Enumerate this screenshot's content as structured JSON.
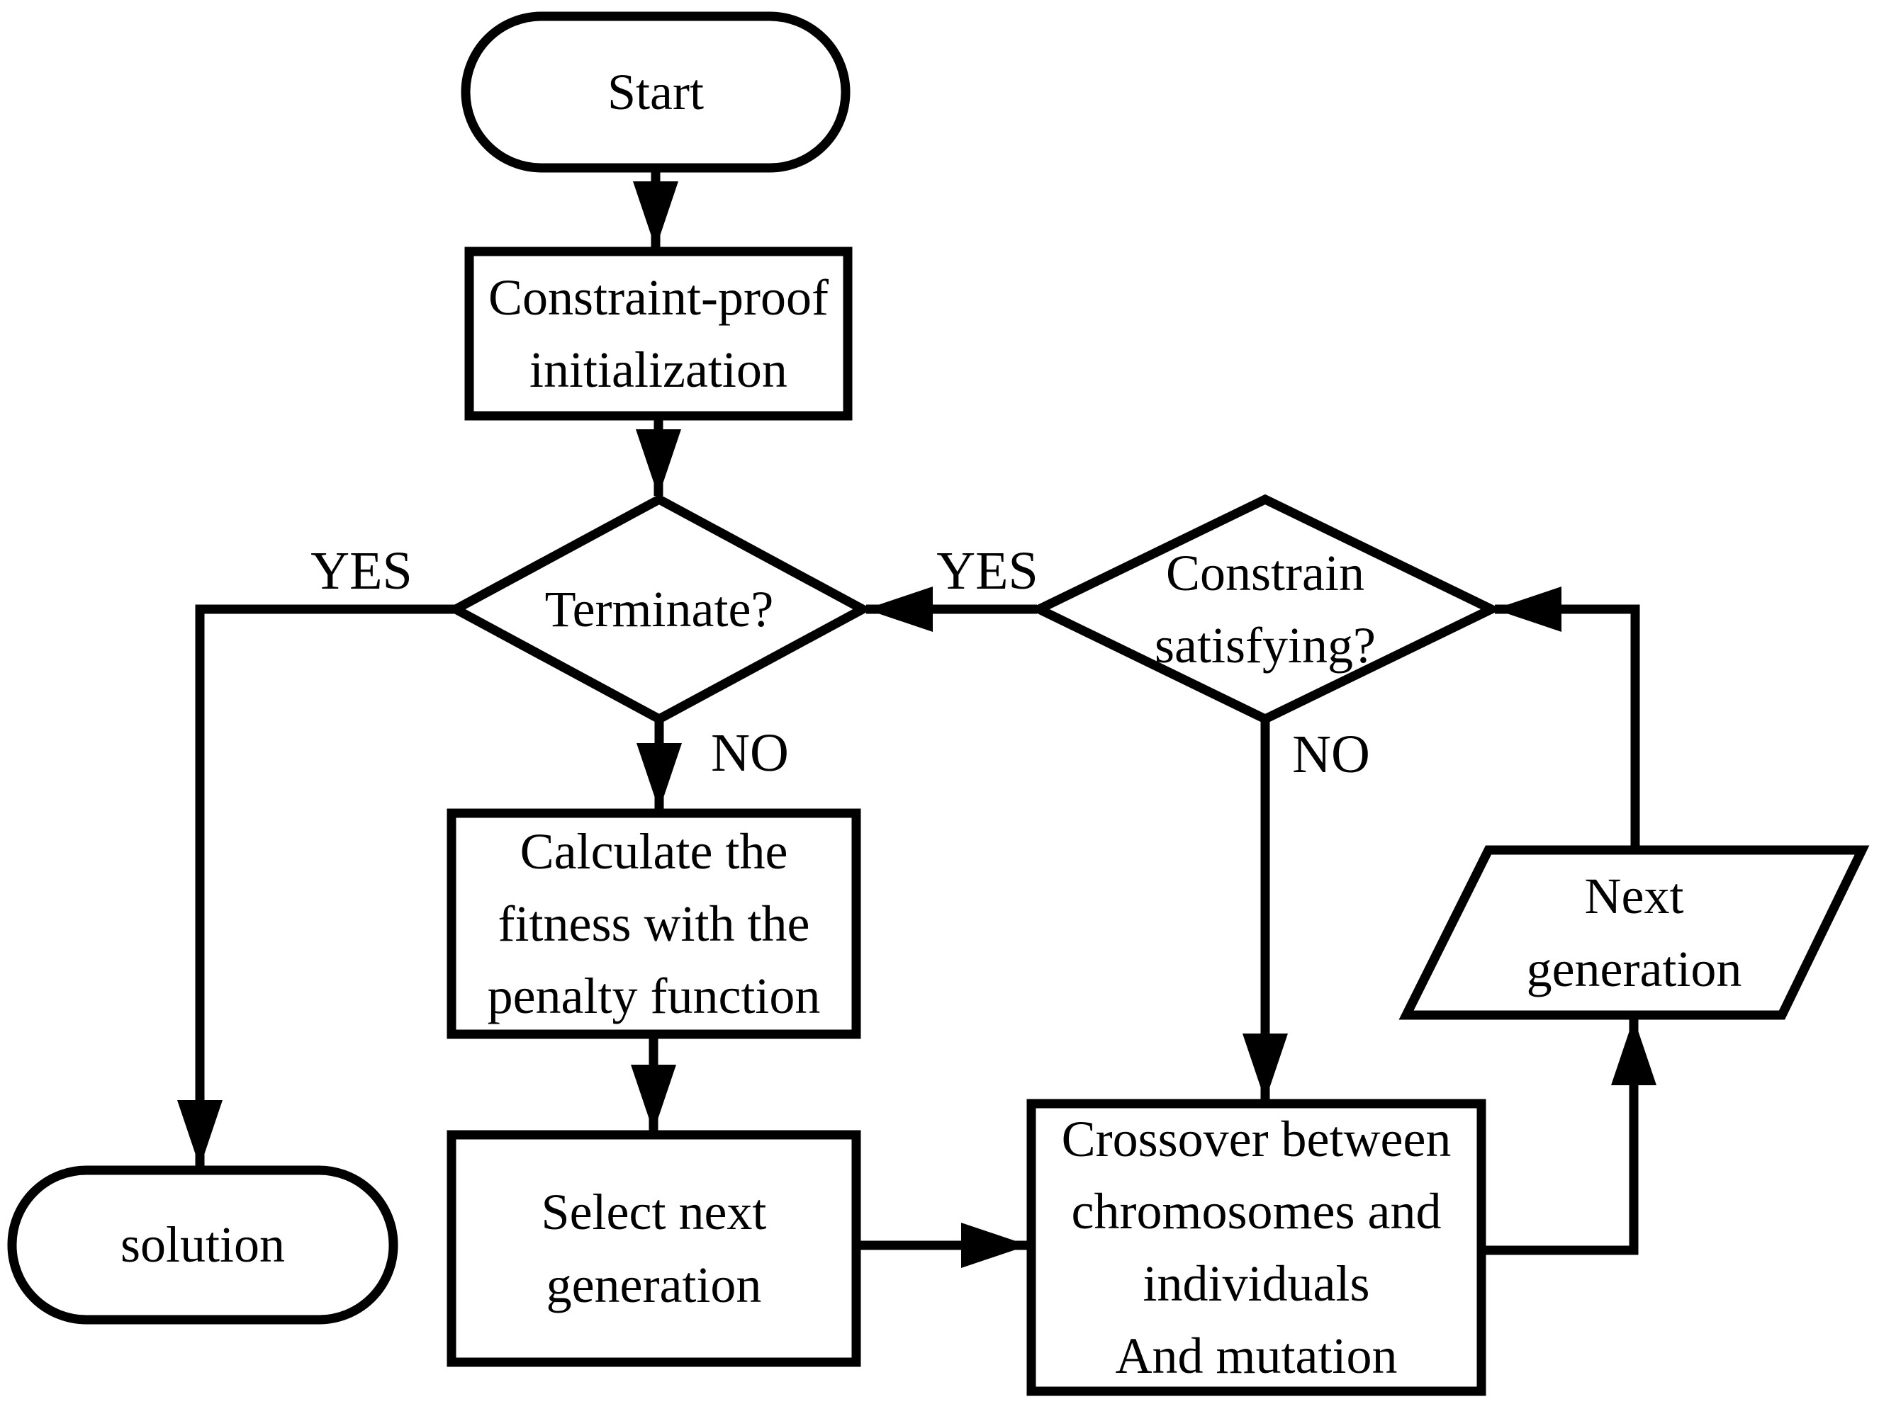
{
  "figure": {
    "background_color": "#ffffff",
    "line_color": "#000000"
  },
  "nodes": {
    "start": {
      "label": "Start"
    },
    "init": {
      "label": "Constraint-proof\ninitialization"
    },
    "terminate": {
      "label": "Terminate?"
    },
    "calculate": {
      "label": "Calculate the\nfitness with the\npenalty function"
    },
    "select": {
      "label": "Select next\ngeneration"
    },
    "solution": {
      "label": "solution"
    },
    "crossover": {
      "label": "Crossover between\nchromosomes and\nindividuals\nAnd mutation"
    },
    "constrain": {
      "label": "Constrain\nsatisfying?"
    },
    "next_generation": {
      "label": "Next\ngeneration"
    }
  },
  "edge_labels": {
    "terminate_yes": "YES",
    "terminate_no": "NO",
    "constrain_yes": "YES",
    "constrain_no": "NO"
  }
}
